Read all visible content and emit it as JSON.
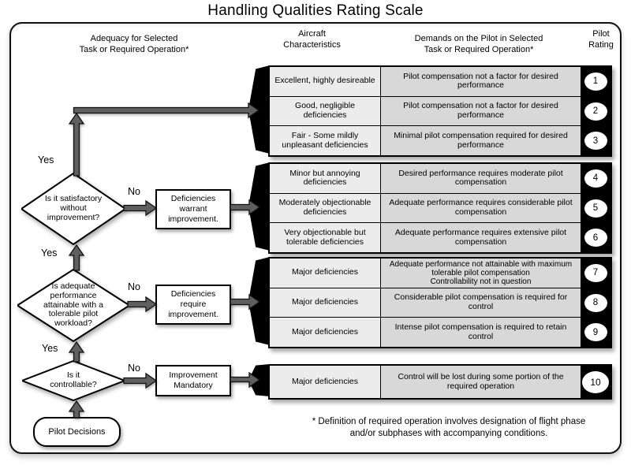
{
  "title": "Handling Qualities Rating Scale",
  "headers": {
    "adequacy": "Adequacy for Selected\nTask or Required  Operation*",
    "aircraft": "Aircraft\nCharacteristics",
    "demands": "Demands on the Pilot in Selected\nTask or Required Operation*",
    "rating": "Pilot\nRating"
  },
  "flow": {
    "yes": "Yes",
    "no": "No",
    "decisions": [
      {
        "question": "Is it satisfactory without improvement?"
      },
      {
        "question": "Is adequate performance attainable with a tolerable pilot workload?"
      },
      {
        "question": "Is it controllable?"
      }
    ],
    "boxes": [
      {
        "label": "Deficiencies warrant improvement."
      },
      {
        "label": "Deficiencies require improvement."
      },
      {
        "label": "Improvement Mandatory"
      }
    ],
    "terminal": "Pilot Decisions"
  },
  "rows": [
    {
      "characteristic": "Excellent, highly desireable",
      "demand": "Pilot compensation not a factor for desired performance",
      "rating": "1"
    },
    {
      "characteristic": "Good, negligible deficiencies",
      "demand": "Pilot compensation not a factor for desired performance",
      "rating": "2"
    },
    {
      "characteristic": "Fair - Some mildly unpleasant deficiencies",
      "demand": "Minimal pilot compensation required for desired performance",
      "rating": "3"
    },
    {
      "characteristic": "Minor but annoying deficiencies",
      "demand": "Desired performance requires moderate pilot compensation",
      "rating": "4"
    },
    {
      "characteristic": "Moderately objectionable deficiencies",
      "demand": "Adequate performance requires considerable pilot compensation",
      "rating": "5"
    },
    {
      "characteristic": "Very objectionable but tolerable deficiencies",
      "demand": "Adequate performance requires extensive pilot compensation",
      "rating": "6"
    },
    {
      "characteristic": "Major deficiencies",
      "demand": "Adequate performance not attainable with maximum tolerable pilot compensation\nControllability not in question",
      "rating": "7"
    },
    {
      "characteristic": "Major deficiencies",
      "demand": "Considerable pilot compensation is required for control",
      "rating": "8"
    },
    {
      "characteristic": "Major deficiencies",
      "demand": "Intense pilot compensation is required to retain control",
      "rating": "9"
    },
    {
      "characteristic": "Major deficiencies",
      "demand": "Control will be lost during some portion of the required operation",
      "rating": "10"
    }
  ],
  "footnote": "* Definition of required operation involves designation of flight phase\nand/or subphases with accompanying conditions.",
  "colors": {
    "characteristic_cell_bg": "#ececec",
    "demand_cell_bg": "#d8d8d8",
    "rating_cell_bg": "#000000",
    "node_fill": "#ffffff",
    "arrow_fill": "#5f5f5f",
    "border": "#000000"
  }
}
